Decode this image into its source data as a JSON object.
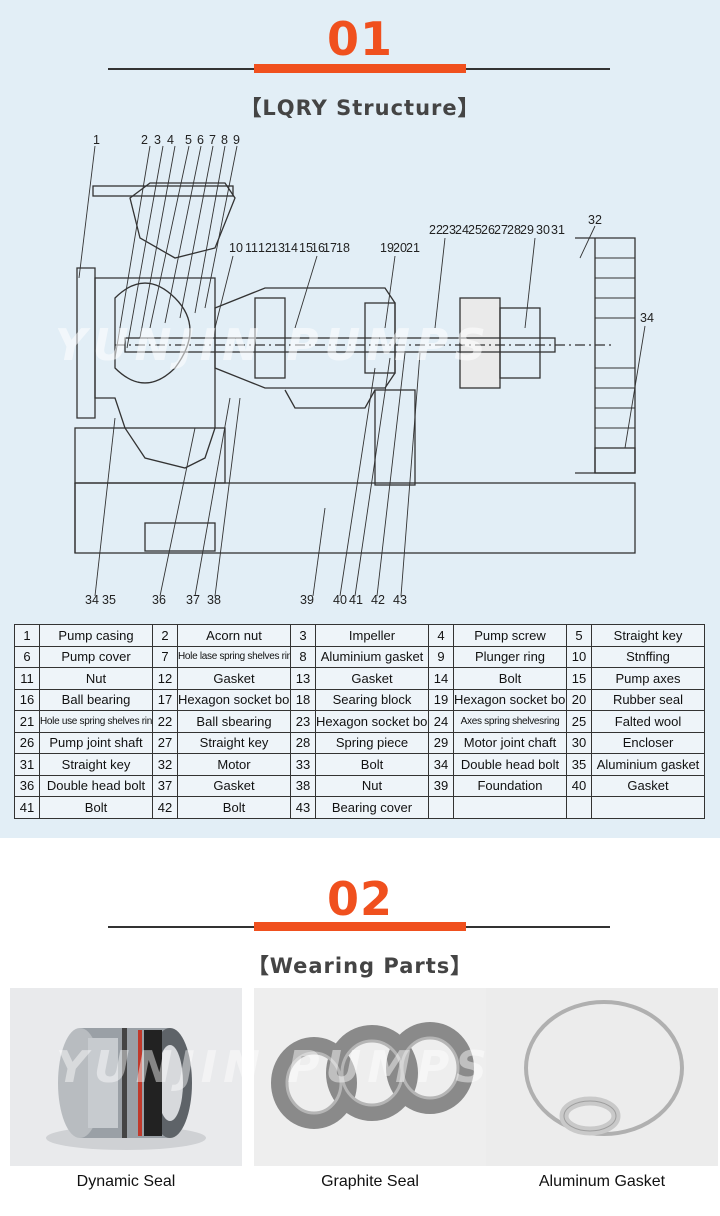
{
  "section1": {
    "number": "01",
    "title": "【LQRY Structure】"
  },
  "drawing": {
    "top_labels_a": [
      "1",
      "2",
      "3",
      "4",
      "5",
      "6",
      "7",
      "8",
      "9"
    ],
    "top_labels_b": [
      "10",
      "11",
      "12",
      "13",
      "14",
      "15",
      "16",
      "17",
      "18"
    ],
    "top_labels_c": [
      "19",
      "20",
      "21"
    ],
    "top_labels_d": [
      "22",
      "23",
      "24",
      "25",
      "26",
      "27",
      "28",
      "29",
      "30",
      "31"
    ],
    "label_32": "32",
    "label_34r": "34",
    "bottom_labels": [
      "34",
      "35",
      "36",
      "37",
      "38",
      "39",
      "40",
      "41",
      "42",
      "43"
    ],
    "watermark": "YUNJIN PUMPS"
  },
  "parts_table": [
    [
      [
        "1",
        "Pump casing"
      ],
      [
        "2",
        "Acorn nut"
      ],
      [
        "3",
        "Impeller"
      ],
      [
        "4",
        "Pump screw"
      ],
      [
        "5",
        "Straight key"
      ]
    ],
    [
      [
        "6",
        "Pump cover"
      ],
      [
        "7",
        "Hole lase spring shelves ring"
      ],
      [
        "8",
        "Aluminium gasket"
      ],
      [
        "9",
        "Plunger ring"
      ],
      [
        "10",
        "Stnffing"
      ]
    ],
    [
      [
        "11",
        "Nut"
      ],
      [
        "12",
        "Gasket"
      ],
      [
        "13",
        "Gasket"
      ],
      [
        "14",
        "Bolt"
      ],
      [
        "15",
        "Pump axes"
      ]
    ],
    [
      [
        "16",
        "Ball bearing"
      ],
      [
        "17",
        "Hexagon socket bolt"
      ],
      [
        "18",
        "Searing block"
      ],
      [
        "19",
        "Hexagon socket bolt"
      ],
      [
        "20",
        "Rubber seal"
      ]
    ],
    [
      [
        "21",
        "Hole use spring shelves ring"
      ],
      [
        "22",
        "Ball sbearing"
      ],
      [
        "23",
        "Hexagon socket bolt"
      ],
      [
        "24",
        "Axes spring shelvesring"
      ],
      [
        "25",
        "Falted wool"
      ]
    ],
    [
      [
        "26",
        "Pump joint shaft"
      ],
      [
        "27",
        "Straight key"
      ],
      [
        "28",
        "Spring piece"
      ],
      [
        "29",
        "Motor joint chaft"
      ],
      [
        "30",
        "Encloser"
      ]
    ],
    [
      [
        "31",
        "Straight key"
      ],
      [
        "32",
        "Motor"
      ],
      [
        "33",
        "Bolt"
      ],
      [
        "34",
        "Double head bolt"
      ],
      [
        "35",
        "Aluminium gasket"
      ]
    ],
    [
      [
        "36",
        "Double head bolt"
      ],
      [
        "37",
        "Gasket"
      ],
      [
        "38",
        "Nut"
      ],
      [
        "39",
        "Foundation"
      ],
      [
        "40",
        "Gasket"
      ]
    ],
    [
      [
        "41",
        "Bolt"
      ],
      [
        "42",
        "Bolt"
      ],
      [
        "43",
        "Bearing cover"
      ],
      [
        "",
        ""
      ],
      [
        "",
        ""
      ]
    ]
  ],
  "section2": {
    "number": "02",
    "title": "【Wearing Parts】"
  },
  "wearing_parts": [
    {
      "caption": "Dynamic Seal"
    },
    {
      "caption": "Graphite Seal"
    },
    {
      "caption": "Aluminum Gasket"
    }
  ],
  "photo_watermark": "YUNJIN PUMPS",
  "colors": {
    "accent": "#f0501e",
    "section_bg": "#e2eef6",
    "line": "#333333"
  }
}
